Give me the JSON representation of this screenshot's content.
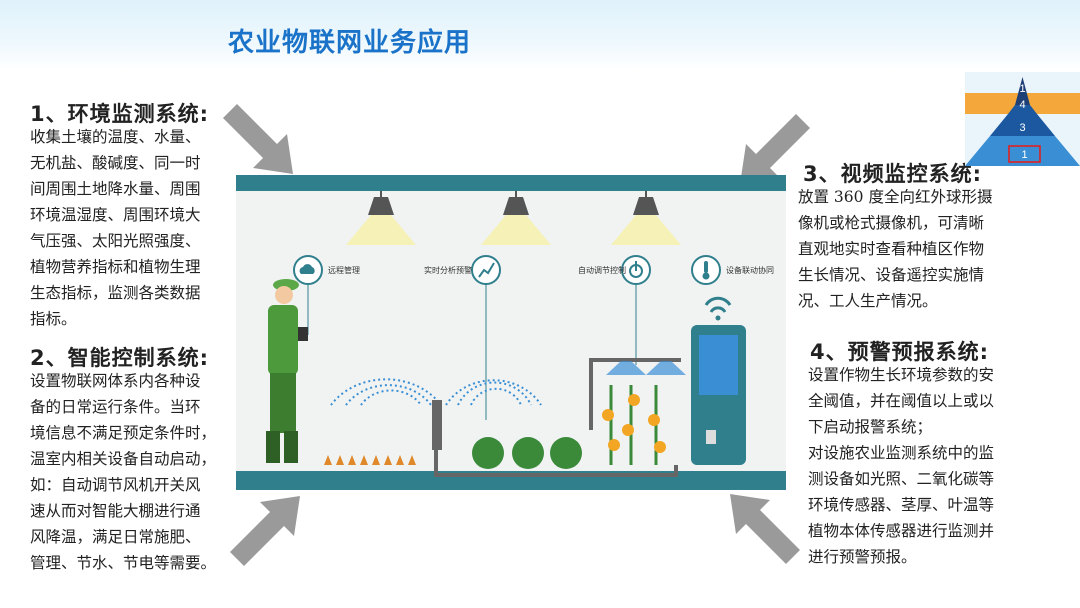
{
  "title": "农业物联网业务应用",
  "sections": [
    {
      "heading": "1、环境监测系统:",
      "body": "收集土壤的温度、水量、\n无机盐、酸碱度、同一时\n间周围土地降水量、周围\n环境温湿度、周围环境大\n气压强、太阳光照强度、\n植物营养指标和植物生理\n生态指标，监测各类数据\n指标。"
    },
    {
      "heading": "2、智能控制系统:",
      "body": "设置物联网体系内各种设\n备的日常运行条件。当环\n境信息不满足预定条件时，\n温室内相关设备自动启动，\n如：自动调节风机开关风\n速从而对智能大棚进行通\n风降温，满足日常施肥、\n管理、节水、节电等需要。"
    },
    {
      "heading": "3、视频监控系统:",
      "body": "放置 360 度全向红外球形摄\n像机或枪式摄像机，可清晰\n直观地实时查看种植区作物\n生长情况、设备遥控实施情\n况、工人生产情况。"
    },
    {
      "heading": "4、预警预报系统:",
      "body": "设置作物生长环境参数的安\n全阈值，并在阈值以上或以\n下启动报警系统；\n对设施农业监测系统中的监\n测设备如光照、二氧化碳等\n环境传感器、茎厚、叶温等\n植物本体传感器进行监测并\n进行预警预报。"
    }
  ],
  "pyramid": {
    "levels": [
      "1",
      "4",
      "3",
      "1"
    ]
  },
  "scene": {
    "labels": [
      "远程管理",
      "实时分析预警",
      "自动调节控制",
      "设备联动协同"
    ]
  },
  "colors": {
    "title": "#1a73c8",
    "teal": "#2f7f8c",
    "arrow": "#9a9a9a",
    "pyramid_top": "#1f3f77",
    "pyramid_band": "#f4a73a",
    "pyramid_mid": "#1c58a0",
    "pyramid_base": "#3a8fd4"
  }
}
